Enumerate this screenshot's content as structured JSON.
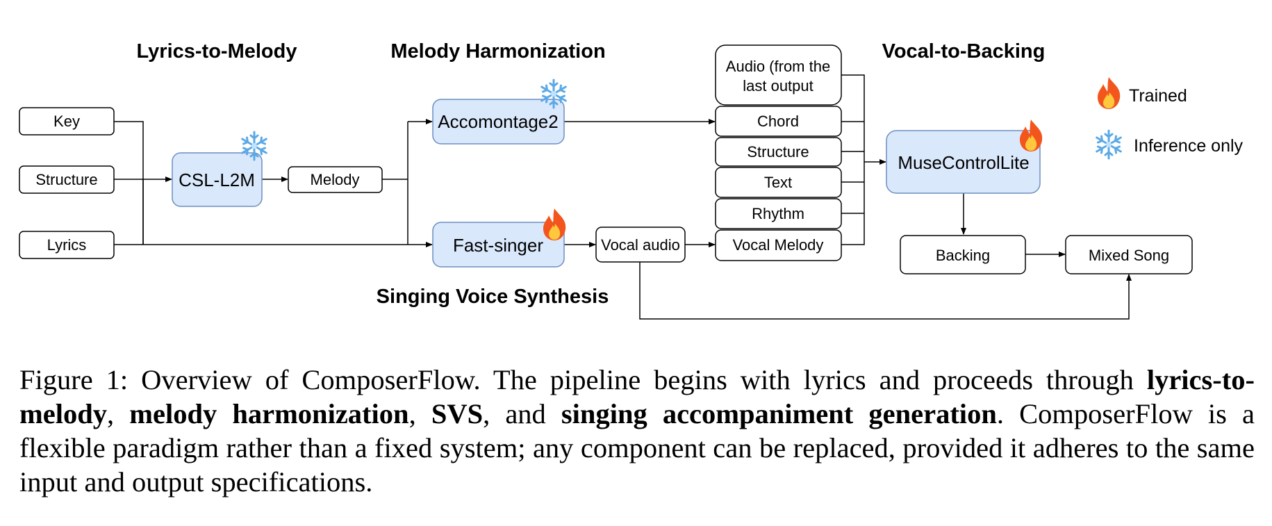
{
  "sections": {
    "lyrics_to_melody": "Lyrics-to-Melody",
    "melody_harmonization": "Melody Harmonization",
    "vocal_to_backing": "Vocal-to-Backing",
    "singing_voice_synthesis": "Singing Voice Synthesis"
  },
  "inputs": {
    "key": "Key",
    "structure": "Structure",
    "lyrics": "Lyrics"
  },
  "models": {
    "csl_l2m": "CSL-L2M",
    "accomontage2": "Accomontage2",
    "fast_singer": "Fast-singer",
    "musecontrollite": "MuseControlLite"
  },
  "intermediates": {
    "melody": "Melody",
    "vocal_audio": "Vocal audio",
    "backing": "Backing",
    "mixed_song": "Mixed Song"
  },
  "conditions": {
    "audio_line1": "Audio (from the",
    "audio_line2": "last output",
    "chord": "Chord",
    "structure": "Structure",
    "text": "Text",
    "rhythm": "Rhythm",
    "vocal_melody": "Vocal Melody"
  },
  "legend": {
    "trained": "Trained",
    "inference_only": "Inference only"
  },
  "caption": {
    "p1": "Figure 1: Overview of ComposerFlow. The pipeline begins with lyrics and proceeds through ",
    "b1": "lyrics-to-melody",
    "p2": ", ",
    "b2": "melody harmonization",
    "p3": ", ",
    "b3": "SVS",
    "p4": ", and ",
    "b4": "singing accompaniment generation",
    "p5": ". ComposerFlow is a flexible paradigm rather than a fixed system; any component can be replaced, provided it adheres to the same input and output specifications."
  },
  "colors": {
    "model_fill": "#dae8fc",
    "model_stroke": "#6c8ebf",
    "flame_outer": "#f2561d",
    "flame_inner": "#ffc83d",
    "snowflake": "#5aa9e6"
  },
  "icons": {
    "trained": "fire-icon",
    "inference_only": "snowflake-icon"
  }
}
